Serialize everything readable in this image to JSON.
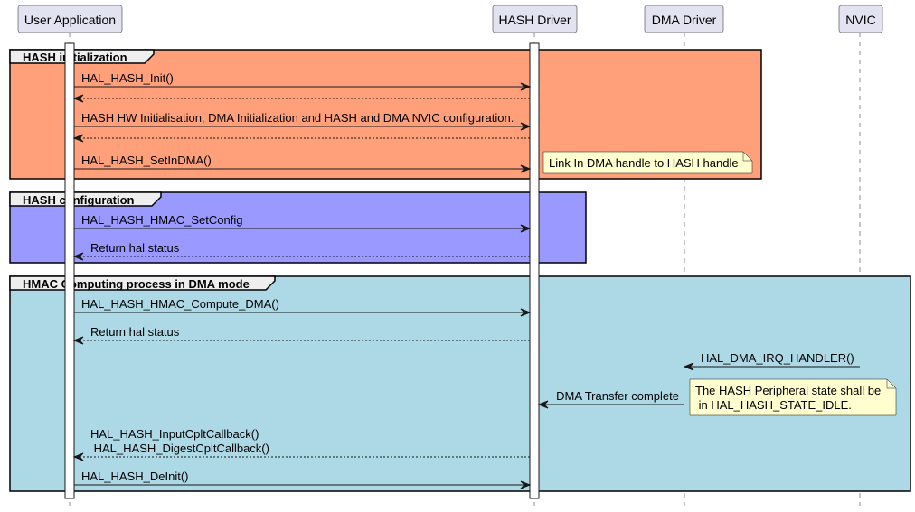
{
  "participants": [
    {
      "id": "user",
      "label": "User Application"
    },
    {
      "id": "hash",
      "label": "HASH Driver"
    },
    {
      "id": "dma",
      "label": "DMA Driver"
    },
    {
      "id": "nvic",
      "label": "NVIC"
    }
  ],
  "groups": [
    {
      "id": "init",
      "label": "HASH initialization",
      "color": "#ffa07a"
    },
    {
      "id": "config",
      "label": "HASH configuration",
      "color": "#9999ff"
    },
    {
      "id": "compute",
      "label": "HMAC Computing process in DMA mode",
      "color": "#add8e6"
    }
  ],
  "messages": [
    {
      "id": "m1",
      "from": "user",
      "to": "hash",
      "label": "HAL_HASH_Init()",
      "style": "solid"
    },
    {
      "id": "m2",
      "from": "hash",
      "to": "user",
      "label": "",
      "style": "dashed"
    },
    {
      "id": "m3",
      "from": "user",
      "to": "hash",
      "label": "HASH HW Initialisation, DMA Initialization and HASH and DMA NVIC configuration.",
      "style": "solid"
    },
    {
      "id": "m4",
      "from": "hash",
      "to": "user",
      "label": "",
      "style": "dashed"
    },
    {
      "id": "m5",
      "from": "user",
      "to": "hash",
      "label": "HAL_HASH_SetInDMA()",
      "style": "solid"
    },
    {
      "id": "m6",
      "from": "user",
      "to": "hash",
      "label": "HAL_HASH_HMAC_SetConfig",
      "style": "solid"
    },
    {
      "id": "m7",
      "from": "hash",
      "to": "user",
      "label": "Return hal status",
      "style": "dashed"
    },
    {
      "id": "m8",
      "from": "user",
      "to": "hash",
      "label": "HAL_HASH_HMAC_Compute_DMA()",
      "style": "solid"
    },
    {
      "id": "m9",
      "from": "hash",
      "to": "user",
      "label": "Return hal status",
      "style": "dashed"
    },
    {
      "id": "m10",
      "from": "nvic",
      "to": "dma",
      "label": "HAL_DMA_IRQ_HANDLER()",
      "style": "solid"
    },
    {
      "id": "m11",
      "from": "dma",
      "to": "hash",
      "label": "DMA Transfer complete",
      "style": "solid"
    },
    {
      "id": "m12",
      "from": "hash",
      "to": "user",
      "label": [
        "HAL_HASH_InputCpltCallback()",
        " HAL_HASH_DigestCpltCallback()"
      ],
      "style": "dashed"
    },
    {
      "id": "m13",
      "from": "user",
      "to": "hash",
      "label": "HAL_HASH_DeInit()",
      "style": "solid"
    }
  ],
  "notes": [
    {
      "id": "n1",
      "lines": [
        "Link In DMA handle to HASH handle"
      ]
    },
    {
      "id": "n2",
      "lines": [
        "The HASH Peripheral state shall be",
        " in  HAL_HASH_STATE_IDLE."
      ]
    }
  ]
}
